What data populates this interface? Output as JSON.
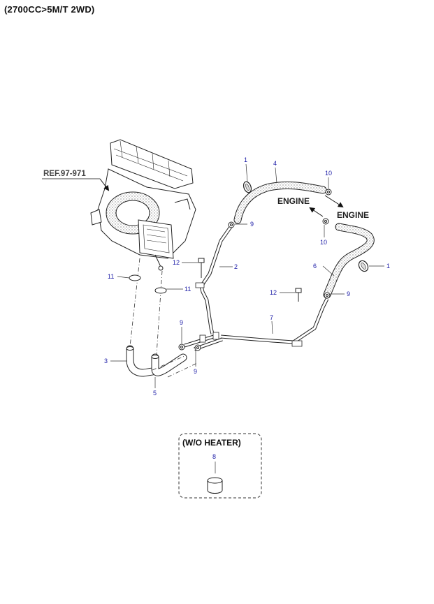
{
  "title": "(2700CC>5M/T 2WD)",
  "reference": "REF.97-971",
  "engine_label_1": "ENGINE",
  "engine_label_2": "ENGINE",
  "inset_title": "(W/O HEATER)",
  "parts": {
    "p1a": "1",
    "p1b": "1",
    "p2": "2",
    "p3": "3",
    "p4": "4",
    "p5": "5",
    "p6": "6",
    "p7": "7",
    "p8": "8",
    "p9a": "9",
    "p9b": "9",
    "p9c": "9",
    "p9d": "9",
    "p10a": "10",
    "p10b": "10",
    "p11a": "11",
    "p11b": "11",
    "p12a": "12",
    "p12b": "12"
  }
}
